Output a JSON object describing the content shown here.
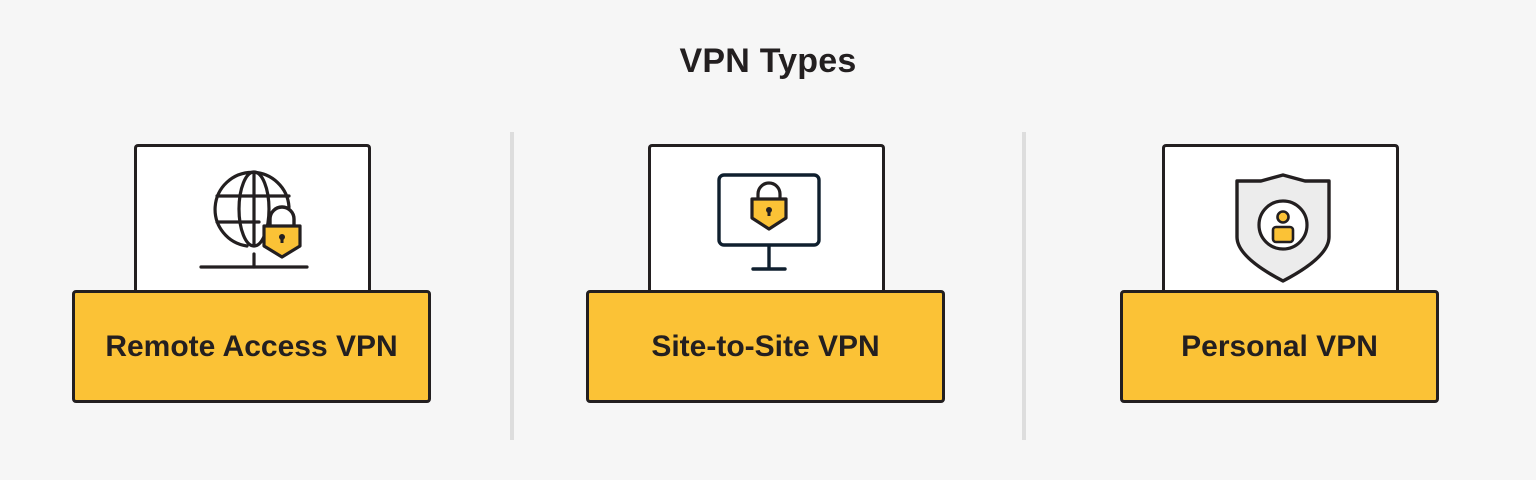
{
  "title": "VPN Types",
  "colors": {
    "background": "#f6f6f6",
    "accent_yellow": "#fbc236",
    "outline": "#231f20",
    "divider": "#dddddd",
    "shield_fill": "#ececec"
  },
  "types": [
    {
      "label": "Remote Access VPN",
      "icon": "globe-lock-icon"
    },
    {
      "label": "Site-to-Site VPN",
      "icon": "monitor-lock-icon"
    },
    {
      "label": "Personal VPN",
      "icon": "shield-user-icon"
    }
  ]
}
